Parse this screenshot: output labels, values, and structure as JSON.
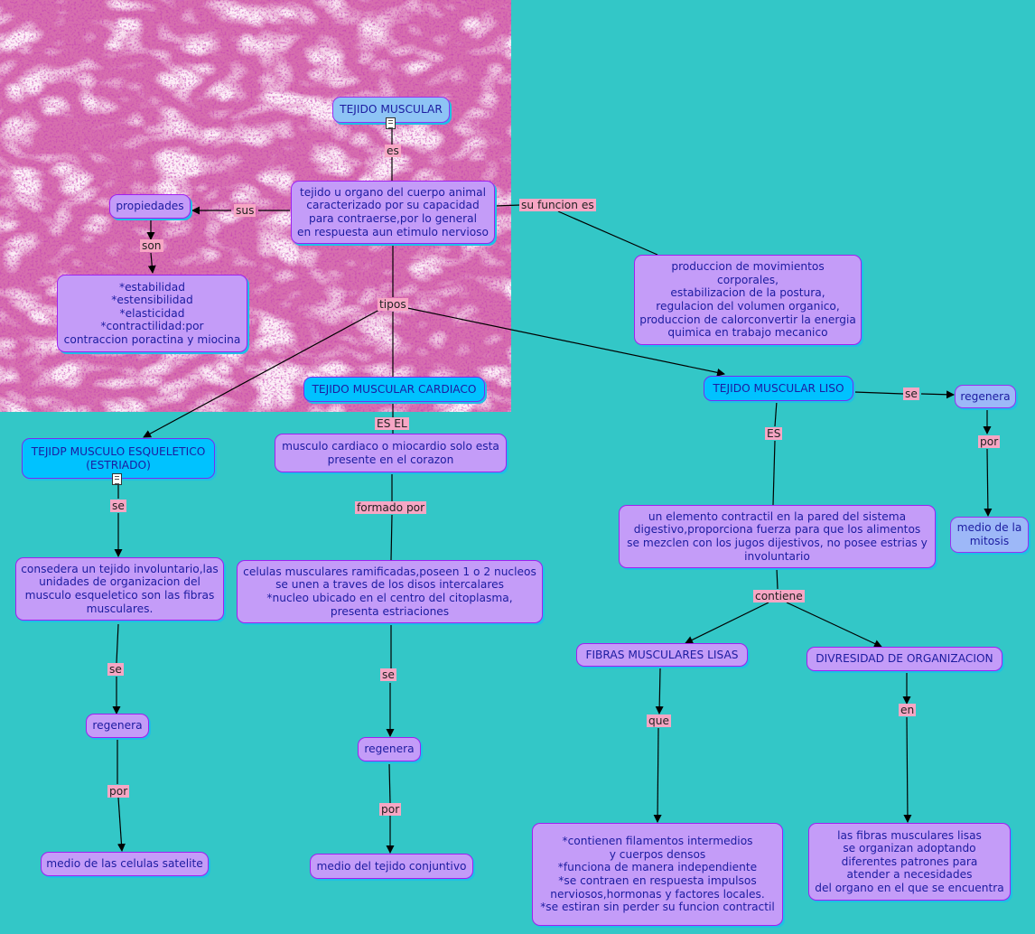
{
  "nodes": {
    "tejido_muscular": "TEJIDO MUSCULAR",
    "definicion": "tejido u organo del cuerpo animal\ncaracterizado por su capacidad\npara contraerse,por lo general\nen respuesta aun etimulo nervioso",
    "propiedades": "propiedades",
    "lista_propiedades": "*estabilidad\n*estensibilidad\n*elasticidad\n*contractilidad:por\ncontraccion poractina y miocina",
    "funcion": "produccion de movimientos corporales,\nestabilizacion de la postura,\nregulacion del volumen organico,\nproduccion de calorconvertir la energia\nquimica en trabajo mecanico",
    "cardiaco": "TEJIDO MUSCULAR CARDIACO",
    "liso": "TEJIDO MUSCULAR LISO",
    "esqueletico": "TEJIDP MUSCULO ESQUELETICO\n(ESTRIADO)",
    "cardiaco_desc": "musculo cardiaco o miocardio solo esta\npresente en el corazon",
    "esqueletico_desc": "consedera un tejido involuntario,las\nunidades de organizacion del\nmusculo esqueletico son las fibras\nmusculares.",
    "cardiaco_celulas": "celulas musculares ramificadas,poseen 1 o 2 nucleos\nse unen a traves de los disos intercalares\n*nucleo ubicado en el centro del citoplasma,\npresenta estriaciones",
    "liso_desc": "un elemento contractil en la pared del  sistema\ndigestivo,proporciona fuerza para que los alimentos\nse mezclen con los jugos dijestivos, no posee estrias y\ninvoluntario",
    "regenera_liso": "regenera",
    "mitosis": "medio de la\nmitosis",
    "regenera_esq": "regenera",
    "regenera_card": "regenera",
    "satelite": "medio de las celulas satelite",
    "conjuntivo": "medio del tejido conjuntivo",
    "fibras_lisas": "FIBRAS MUSCULARES LISAS",
    "diversidad": "DIVRESIDAD DE ORGANIZACION",
    "fibras_desc": "*contienen filamentos intermedios\ny cuerpos densos\n*funciona de manera independiente\n*se contraen en respuesta impulsos\nnerviosos,hormonas y factores locales.\n*se estiran sin perder su funcion contractil",
    "organizacion_desc": "las fibras musculares lisas\nse organizan adoptando\ndiferentes patrones para\natender a necesidades\ndel organo en el que se encuentra"
  },
  "links": {
    "es": "es",
    "sus": "sus",
    "su_funcion_es": "su funcion es",
    "son": "son",
    "tipos": "tipos",
    "es_el": "ES EL",
    "es_liso": "ES",
    "se_liso": "se",
    "por_liso": "por",
    "se_esq": "se",
    "formado_por": "formado por",
    "contiene": "contiene",
    "se_esq2": "se",
    "se_card": "se",
    "que": "que",
    "en": "en",
    "por_esq": "por",
    "por_card": "por"
  },
  "icons": [
    "document-icon",
    "document-icon"
  ],
  "colors": {
    "background": "#33c7c7",
    "concept_violet": "#c49cf8",
    "concept_blue": "#00c2ff",
    "concept_light_blue": "#8ec4f5",
    "link_label": "#f7a6c4",
    "node_border": "#a020f0",
    "node_text": "#1c1ca0"
  }
}
